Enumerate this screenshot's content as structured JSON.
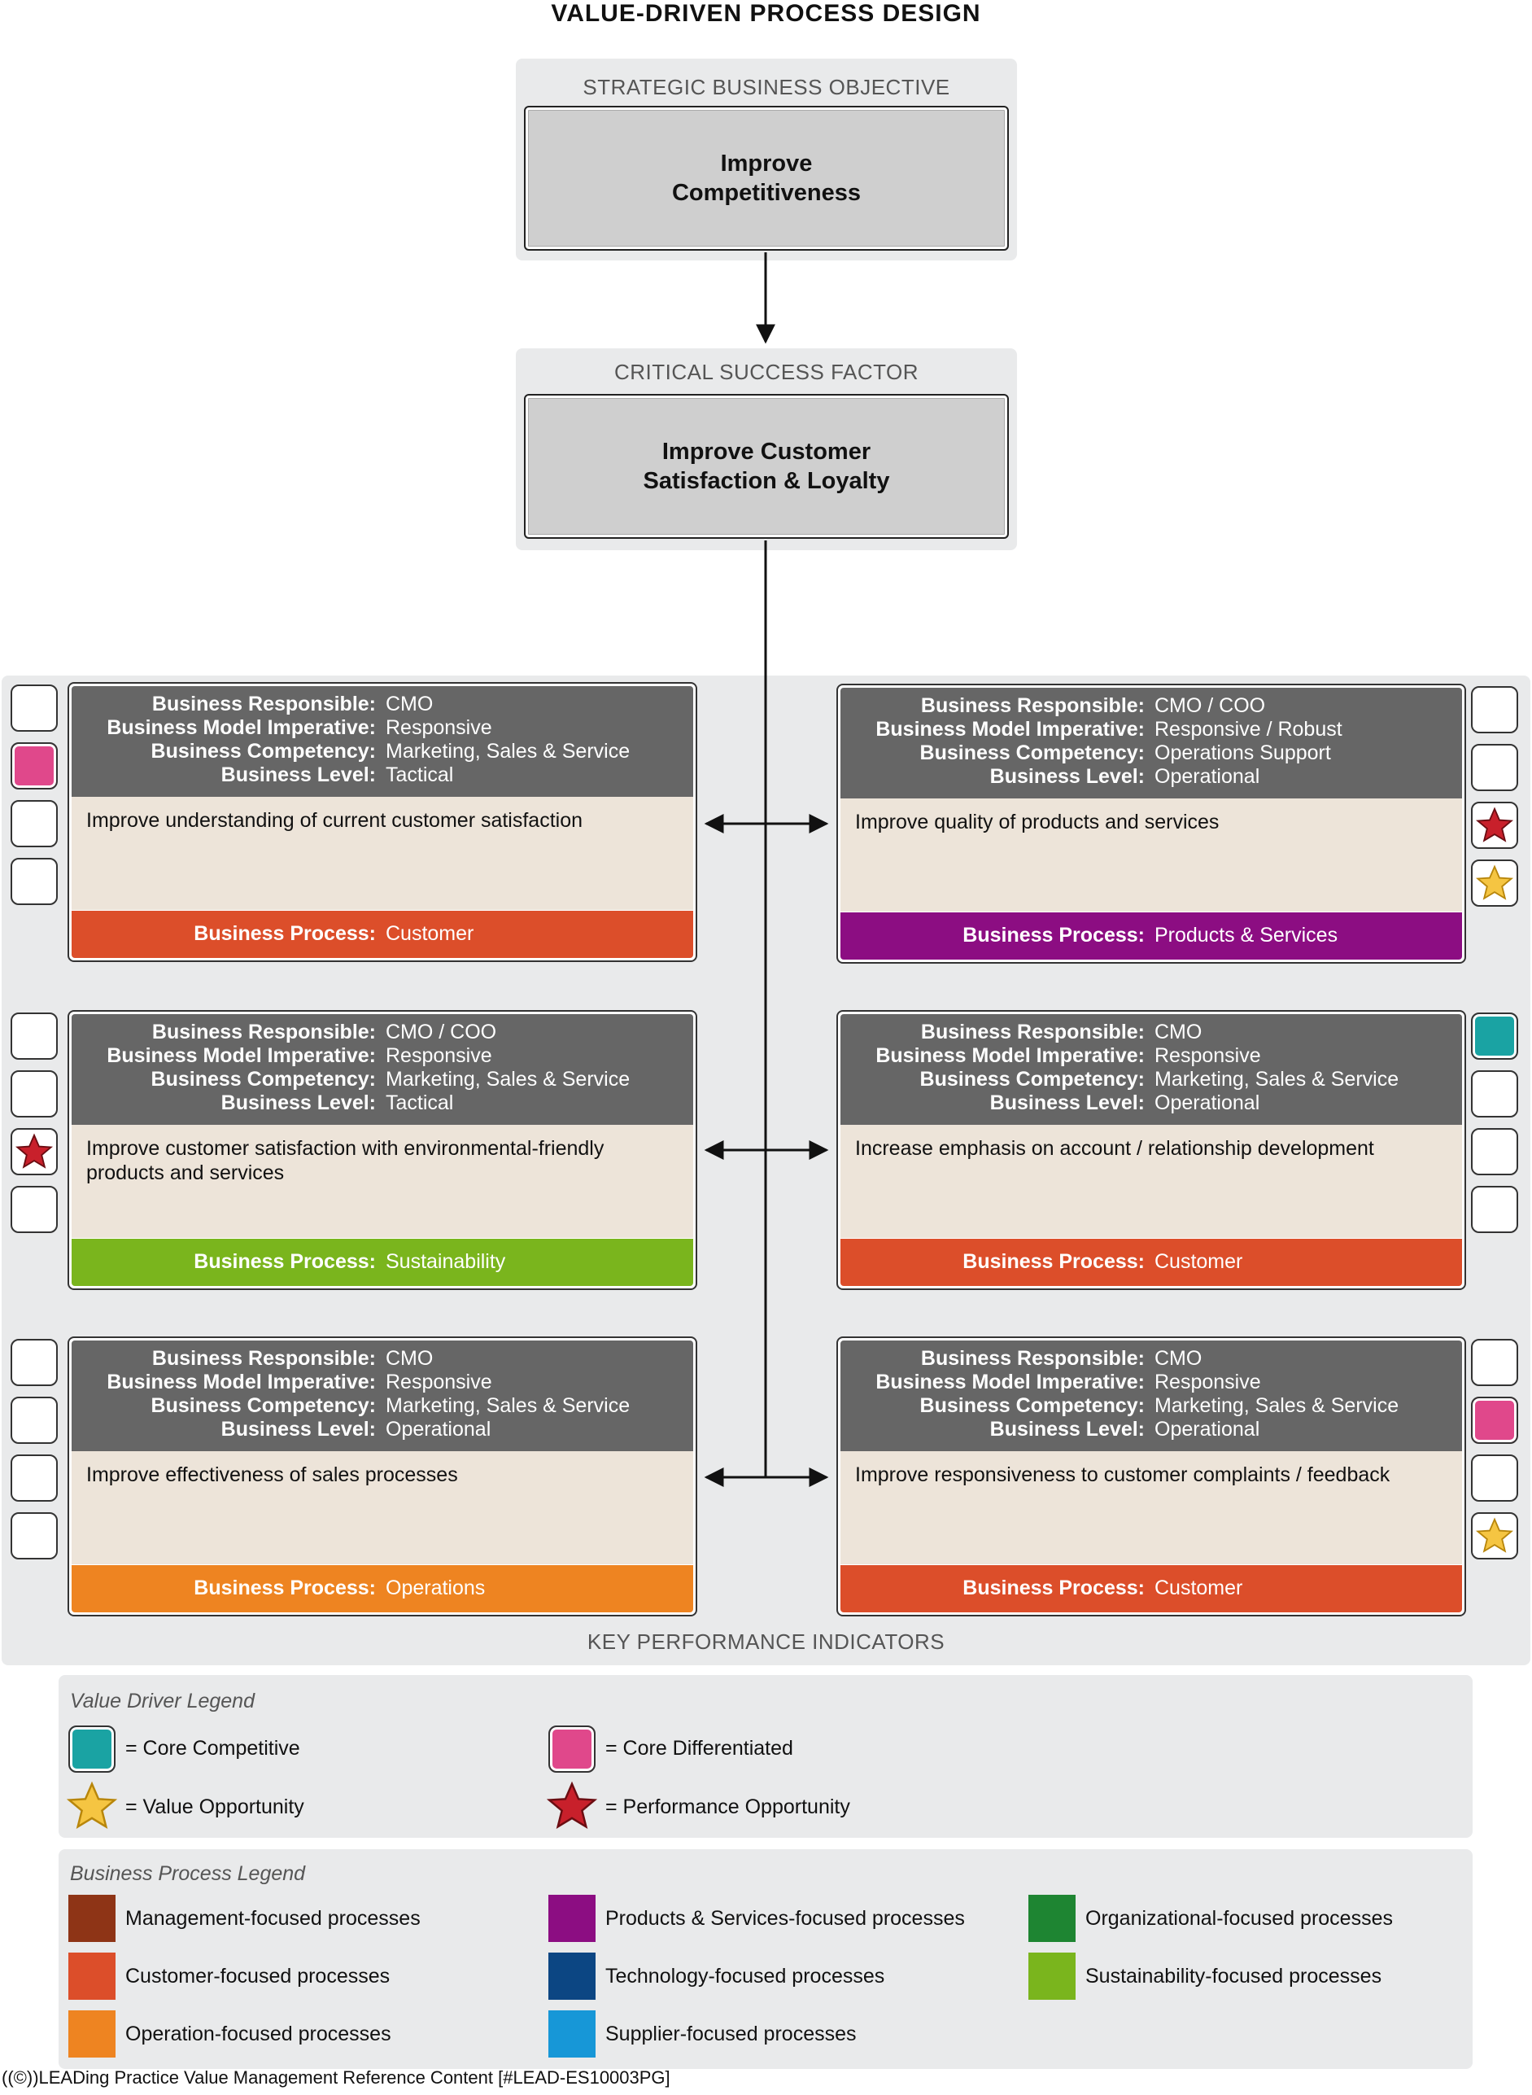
{
  "title": "VALUE-DRIVEN PROCESS DESIGN",
  "objective": {
    "label": "STRATEGIC BUSINESS OBJECTIVE",
    "text": "Improve\nCompetitiveness"
  },
  "csf": {
    "label": "CRITICAL SUCCESS FACTOR",
    "text": "Improve Customer\nSatisfaction & Loyalty"
  },
  "field_labels": {
    "responsible": "Business Responsible:",
    "imperative": "Business Model Imperative:",
    "competency": "Business Competency:",
    "level": "Business Level:",
    "process": "Business Process:"
  },
  "cards": [
    {
      "responsible": "CMO",
      "imperative": "Responsive",
      "competency": "Marketing, Sales & Service",
      "level": "Tactical",
      "text": "Improve understanding of current customer satisfaction",
      "process": "Customer",
      "process_color": "#dc4e2a",
      "kpis": [
        "empty",
        "core-differentiated",
        "empty",
        "empty"
      ]
    },
    {
      "responsible": "CMO / COO",
      "imperative": "Responsive / Robust",
      "competency": "Operations Support",
      "level": "Operational",
      "text": "Improve quality of products and services",
      "process": "Products & Services",
      "process_color": "#8c0d82",
      "kpis": [
        "empty",
        "empty",
        "performance-opportunity",
        "value-opportunity"
      ]
    },
    {
      "responsible": "CMO / COO",
      "imperative": "Responsive",
      "competency": "Marketing, Sales & Service",
      "level": "Tactical",
      "text": "Improve customer satisfaction with environmental-friendly products and services",
      "process": "Sustainability",
      "process_color": "#7ab51d",
      "kpis": [
        "empty",
        "empty",
        "performance-opportunity",
        "empty"
      ]
    },
    {
      "responsible": "CMO",
      "imperative": "Responsive",
      "competency": "Marketing, Sales & Service",
      "level": "Operational",
      "text": "Increase emphasis on account / relationship development",
      "process": "Customer",
      "process_color": "#dc4e2a",
      "kpis": [
        "core-competitive",
        "empty",
        "empty",
        "empty"
      ]
    },
    {
      "responsible": "CMO",
      "imperative": "Responsive",
      "competency": "Marketing, Sales & Service",
      "level": "Operational",
      "text": "Improve effectiveness of sales processes",
      "process": "Operations",
      "process_color": "#ee8421",
      "kpis": [
        "empty",
        "empty",
        "empty",
        "empty"
      ]
    },
    {
      "responsible": "CMO",
      "imperative": "Responsive",
      "competency": "Marketing, Sales & Service",
      "level": "Operational",
      "text": "Improve responsiveness to customer complaints / feedback",
      "process": "Customer",
      "process_color": "#dc4e2a",
      "kpis": [
        "empty",
        "core-differentiated",
        "empty",
        "value-opportunity"
      ]
    }
  ],
  "kpi_label": "KEY PERFORMANCE INDICATORS",
  "value_legend": {
    "title": "Value Driver Legend",
    "items": [
      {
        "icon": "core-competitive",
        "label": "= Core Competitive",
        "color": "#1aa3a3"
      },
      {
        "icon": "core-differentiated",
        "label": "= Core Differentiated",
        "color": "#e0488b"
      },
      {
        "icon": "value-opportunity",
        "label": "= Value Opportunity",
        "color": "#f5c542"
      },
      {
        "icon": "performance-opportunity",
        "label": "= Performance Opportunity",
        "color": "#c8202b"
      }
    ]
  },
  "process_legend": {
    "title": "Business Process Legend",
    "items": [
      {
        "label": "Management-focused processes",
        "color": "#8e3416"
      },
      {
        "label": "Products & Services-focused processes",
        "color": "#8c0d82"
      },
      {
        "label": "Organizational-focused processes",
        "color": "#1e8532"
      },
      {
        "label": "Customer-focused processes",
        "color": "#dc4e2a"
      },
      {
        "label": "Technology-focused processes",
        "color": "#0c4683"
      },
      {
        "label": "Sustainability-focused processes",
        "color": "#7ab51d"
      },
      {
        "label": "Operation-focused processes",
        "color": "#ee8421"
      },
      {
        "label": "Supplier-focused processes",
        "color": "#1797d7"
      }
    ]
  },
  "footer": "((©))LEADing Practice Value Management Reference Content [#LEAD-ES10003PG]"
}
